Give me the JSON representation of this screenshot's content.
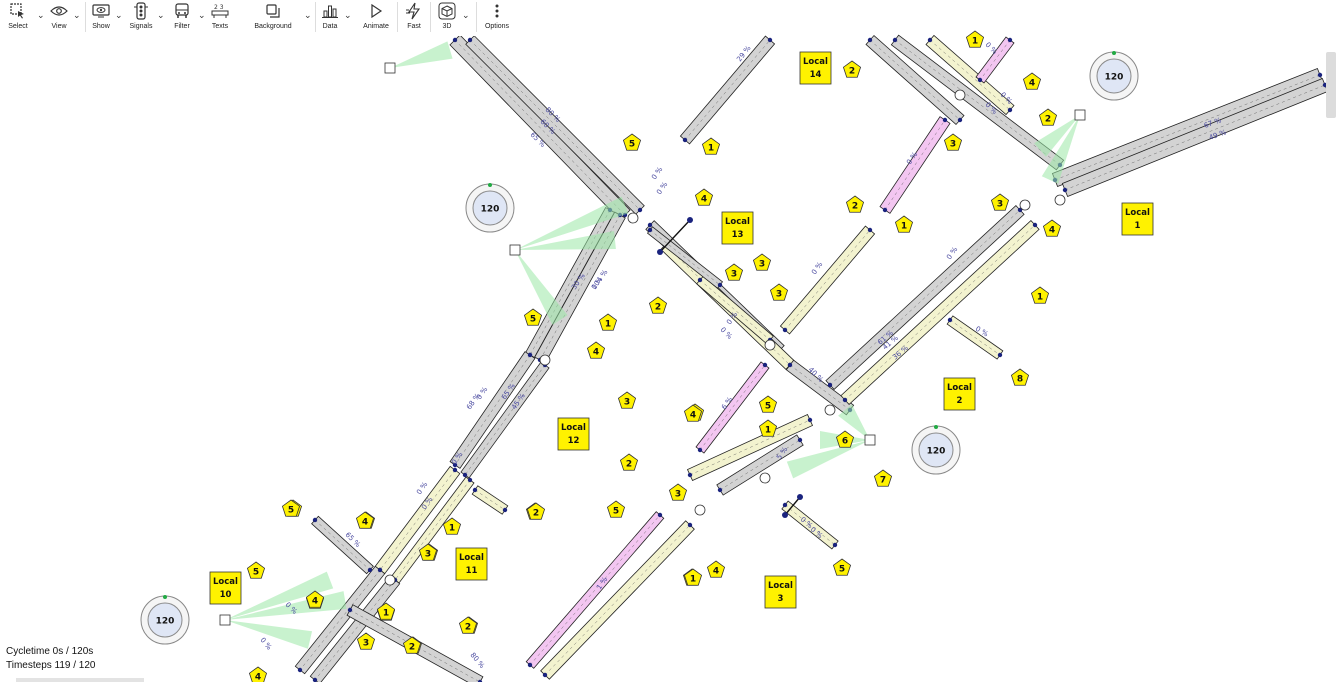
{
  "toolbar": {
    "items": [
      {
        "label": "Select",
        "icon": "cursor-select-icon"
      },
      {
        "label": "View",
        "icon": "eye-icon"
      },
      {
        "label": "Show",
        "icon": "monitor-eye-icon"
      },
      {
        "label": "Signals",
        "icon": "traffic-light-icon"
      },
      {
        "label": "Filter",
        "icon": "bus-icon"
      },
      {
        "label": "Texts",
        "icon": "text-icon"
      },
      {
        "label": "Background",
        "icon": "layers-icon"
      },
      {
        "label": "Data",
        "icon": "bar-chart-icon"
      },
      {
        "label": "Animate",
        "icon": "play-icon"
      },
      {
        "label": "Fast",
        "icon": "lightning-icon"
      },
      {
        "label": "3D",
        "icon": "cube-icon"
      },
      {
        "label": "Options",
        "icon": "more-vertical-icon"
      }
    ]
  },
  "status": {
    "cycletime": "Cycletime 0s / 120s",
    "timesteps": "Timesteps 119 / 120"
  },
  "locals": [
    {
      "line1": "Local",
      "line2": "14"
    },
    {
      "line1": "Local",
      "line2": "13"
    },
    {
      "line1": "Local",
      "line2": "1"
    },
    {
      "line1": "Local",
      "line2": "2"
    },
    {
      "line1": "Local",
      "line2": "12"
    },
    {
      "line1": "Local",
      "line2": "11"
    },
    {
      "line1": "Local",
      "line2": "10"
    },
    {
      "line1": "Local",
      "line2": "3"
    }
  ],
  "controllers": [
    "120",
    "120",
    "120",
    "120"
  ],
  "pentagons": [
    "2",
    "1",
    "4",
    "5",
    "1",
    "4",
    "2",
    "2",
    "3",
    "3",
    "1",
    "4",
    "2",
    "3",
    "3",
    "3",
    "1",
    "5",
    "4",
    "3",
    "1",
    "4",
    "6",
    "7",
    "8",
    "5",
    "4",
    "2",
    "5",
    "1",
    "4",
    "3",
    "4",
    "2",
    "5",
    "1",
    "2",
    "1",
    "2",
    "3",
    "4",
    "1",
    "5",
    "3",
    "4",
    "2",
    "4",
    "3",
    "1",
    "2",
    "5",
    "5",
    "2",
    "4",
    "1"
  ],
  "percentages": [
    "29 %",
    "80 %",
    "60 %",
    "65 %",
    "30 %",
    "0 %",
    "67 %",
    "49 %",
    "0 %",
    "0 %",
    "0 %",
    "65 %",
    "80 %",
    "0 %",
    "0 %",
    "0 %",
    "104 %",
    "0 %",
    "0 %",
    "0 %",
    "0 %",
    "41 %",
    "36 %",
    "0 %",
    "68 %",
    "0 %",
    "1 %",
    "65 %",
    "45 %",
    "0 %",
    "0 %",
    "6 %",
    "0 %",
    "5 %",
    "40 %",
    "0 %",
    "61 %",
    "0 %",
    "0 %",
    "0 %"
  ]
}
